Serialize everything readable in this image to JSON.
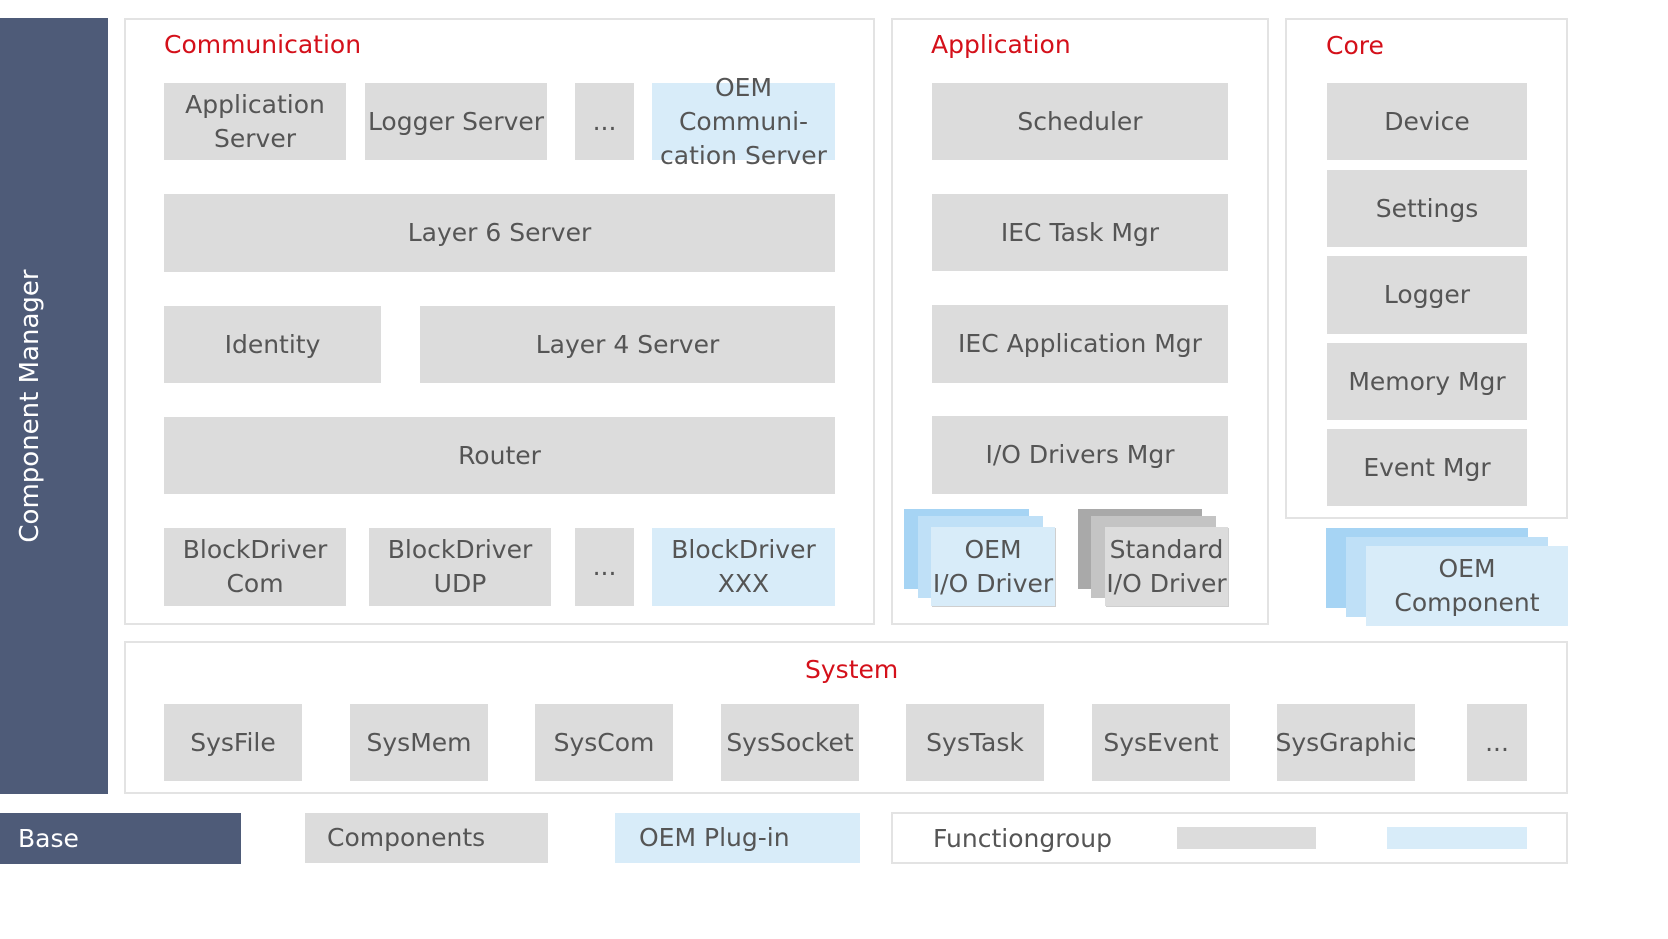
{
  "component_manager": {
    "label": "Component Manager"
  },
  "communication": {
    "title": "Communication",
    "app_server": "Application\nServer",
    "logger_server": "Logger Server",
    "ellipsis1": "...",
    "oem_comm_server": "OEM Communi-\ncation Server",
    "layer6": "Layer 6 Server",
    "identity": "Identity",
    "layer4": "Layer 4 Server",
    "router": "Router",
    "bd_com": "BlockDriver\nCom",
    "bd_udp": "BlockDriver\nUDP",
    "ellipsis2": "...",
    "bd_xxx": "BlockDriver\nXXX"
  },
  "application": {
    "title": "Application",
    "scheduler": "Scheduler",
    "iec_task": "IEC Task Mgr",
    "iec_app": "IEC Application Mgr",
    "io_drivers": "I/O Drivers Mgr",
    "oem_io": "OEM\nI/O Driver",
    "std_io": "Standard\nI/O Driver"
  },
  "core": {
    "title": "Core",
    "items": [
      "Device",
      "Settings",
      "Logger",
      "Memory Mgr",
      "Event Mgr"
    ],
    "oem_component": "OEM\nComponent"
  },
  "system": {
    "title": "System",
    "items": [
      "SysFile",
      "SysMem",
      "SysCom",
      "SysSocket",
      "SysTask",
      "SysEvent",
      "SysGraphic",
      "..."
    ]
  },
  "legend": {
    "base": "Base",
    "components": "Components",
    "oem_plugin": "OEM Plug-in",
    "functiongroup": "Functiongroup"
  },
  "colors": {
    "base": "#4e5b78",
    "component": "#dcdcdc",
    "oem": "#d8ecf9",
    "title_red": "#d4101a"
  }
}
